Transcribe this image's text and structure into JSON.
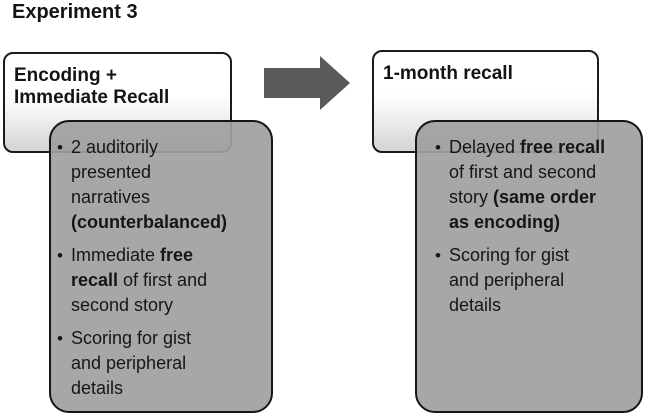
{
  "title": "Experiment 3",
  "colors": {
    "background": "#ffffff",
    "box_border": "#1b1b1b",
    "gray_fill": "#9f9f9f",
    "arrow_fill": "#5a5a5a",
    "text": "#161616"
  },
  "arrow": {
    "name": "right-arrow",
    "direction": "right"
  },
  "stages": [
    {
      "header": "Encoding +\nImmediate Recall",
      "bullets": [
        {
          "segments": [
            {
              "text": "2 auditorily\npresented\nnarratives\n",
              "bold": false
            },
            {
              "text": "(counterbalanced)",
              "bold": true
            }
          ]
        },
        {
          "segments": [
            {
              "text": "Immediate ",
              "bold": false
            },
            {
              "text": "free\nrecall",
              "bold": true
            },
            {
              "text": " of first and\nsecond story",
              "bold": false
            }
          ]
        },
        {
          "segments": [
            {
              "text": "Scoring for gist\nand peripheral\ndetails",
              "bold": false
            }
          ]
        }
      ]
    },
    {
      "header": "1-month recall",
      "bullets": [
        {
          "segments": [
            {
              "text": "Delayed ",
              "bold": false
            },
            {
              "text": "free recall",
              "bold": true
            },
            {
              "text": "\nof first and second\nstory ",
              "bold": false
            },
            {
              "text": "(same order\nas encoding)",
              "bold": true
            }
          ]
        },
        {
          "segments": [
            {
              "text": "Scoring for gist\nand peripheral\ndetails",
              "bold": false
            }
          ]
        }
      ]
    }
  ]
}
